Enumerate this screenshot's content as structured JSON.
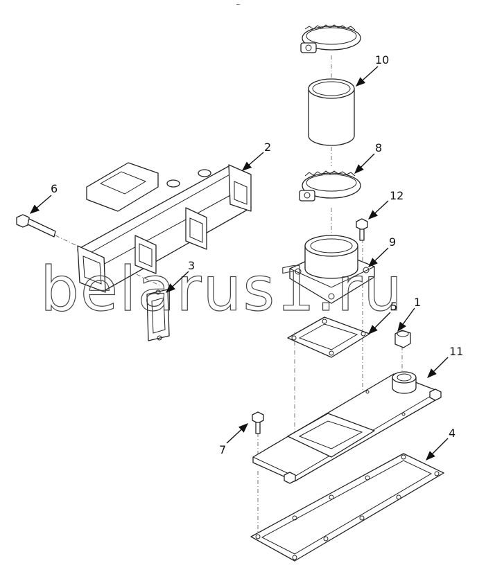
{
  "top_mark": "~",
  "watermark": "belarus1.ru",
  "callouts": [
    {
      "id": "1",
      "label": "1"
    },
    {
      "id": "2",
      "label": "2"
    },
    {
      "id": "3",
      "label": "3"
    },
    {
      "id": "4",
      "label": "4"
    },
    {
      "id": "5",
      "label": "5"
    },
    {
      "id": "6",
      "label": "6"
    },
    {
      "id": "7",
      "label": "7"
    },
    {
      "id": "8",
      "label": "8"
    },
    {
      "id": "9",
      "label": "9"
    },
    {
      "id": "10",
      "label": "10"
    },
    {
      "id": "11",
      "label": "11"
    },
    {
      "id": "12",
      "label": "12"
    }
  ]
}
